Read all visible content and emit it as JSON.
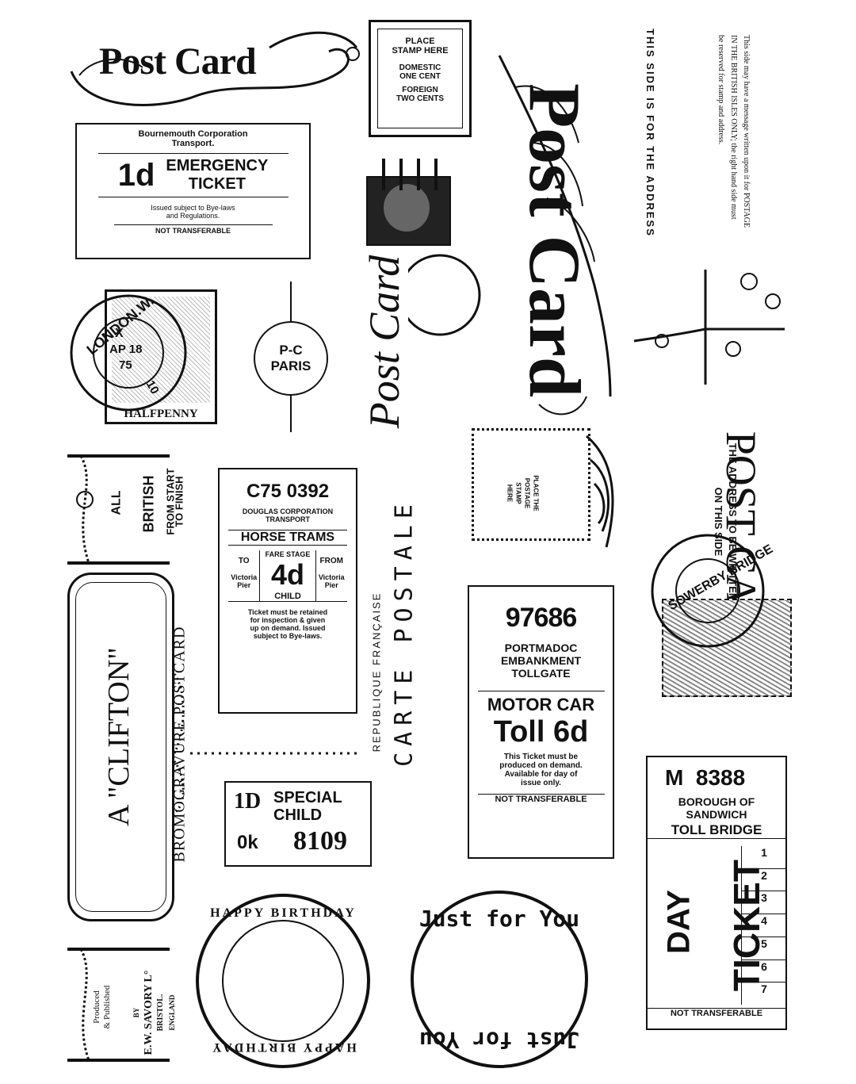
{
  "postcard_title": "Post Card",
  "place_stamp": {
    "l1": "PLACE",
    "l2": "STAMP HERE",
    "l3": "DOMESTIC",
    "l4": "ONE CENT",
    "l5": "FOREIGN",
    "l6": "TWO CENTS"
  },
  "bournemouth": {
    "header1": "Bournemouth Corporation",
    "header2": "Transport.",
    "fare": "1d",
    "t1": "EMERGENCY",
    "t2": "TICKET",
    "issued1": "Issued subject to Bye-laws",
    "issued2": "and Regulations.",
    "nt": "NOT TRANSFERABLE"
  },
  "postmark_london": {
    "city": "LONDON.W.",
    "x": "X",
    "date": "AP 18",
    "year": "75",
    "num": "10",
    "stamp_label": "HALFPENNY"
  },
  "pc_paris": {
    "l1": "P-C",
    "l2": "PARIS"
  },
  "script_postcard": "Post Card",
  "big_postcard": "Post Card",
  "address_side": "THIS SIDE IS FOR THE ADDRESS",
  "british_isles": {
    "l1": "This side may have a message written upon it for POSTAGE",
    "l2": "IN THE BRITISH ISLES ONLY; the right hand side must",
    "l3": "be reserved for stamp and address."
  },
  "all_british": {
    "l1": "ALL",
    "l2": "BRITISH",
    "l3": "FROM START",
    "l4": "TO FINISH"
  },
  "horse_trams": {
    "num": "C75 0392",
    "company1": "DOUGLAS CORPORATION",
    "company2": "TRANSPORT",
    "title": "HORSE TRAMS",
    "to": "TO",
    "from": "FROM",
    "fare_stage": "FARE STAGE",
    "fare": "4d",
    "child": "CHILD",
    "left_place": "Victoria Pier",
    "right_place": "Victoria Pier",
    "note1": "Ticket must be retained",
    "note2": "for inspection & given",
    "note3": "up on demand. Issued",
    "note4": "subject to Bye-laws."
  },
  "republique": "REPUBLIQUE   FRANÇAISE",
  "carte_postale": "CARTE POSTALE",
  "place_postage": {
    "l1": "PLACE THE",
    "l2": "POSTAGE",
    "l3": "STAMP",
    "l4": "HERE"
  },
  "post_card_right": "POST CARD",
  "address_on_side": {
    "l1": "THE ADDRESS TO BE WRITTEN",
    "l2": "ON THIS SIDE"
  },
  "postmark_right": "SOWERBY BRIDGE",
  "clifton": {
    "line1": "A \"CLIFTON\"",
    "line2": "BROMOGRAVURE POSTCARD"
  },
  "produced": {
    "l1": "Produced",
    "l2": "& Published",
    "l3": "BY",
    "l4": "E.W. SAVORY L°",
    "l5": "BRISTOL.",
    "l6": "ENGLAND"
  },
  "special_child": {
    "fare": "1D",
    "t1": "SPECIAL",
    "t2": "CHILD",
    "code": "0k",
    "num": "8109"
  },
  "portmadoc": {
    "num": "97686",
    "l1": "PORTMADOC",
    "l2": "EMBANKMENT",
    "l3": "TOLLGATE",
    "motor": "MOTOR CAR",
    "toll": "Toll 6d",
    "n1": "This Ticket must be",
    "n2": "produced on demand.",
    "n3": "Available for day of",
    "n4": "issue only.",
    "nt": "NOT TRANSFERABLE"
  },
  "sandwich": {
    "num": "M  8388",
    "l1": "BOROUGH OF",
    "l2": "SANDWICH",
    "l3": "TOLL BRIDGE",
    "day": "DAY",
    "ticket": "TICKET",
    "nums": [
      "1",
      "2",
      "3",
      "4",
      "5",
      "6",
      "7"
    ],
    "nt": "NOT TRANSFERABLE"
  },
  "birthday": "HAPPY BIRTHDAY",
  "just_for_you": "Just for You"
}
